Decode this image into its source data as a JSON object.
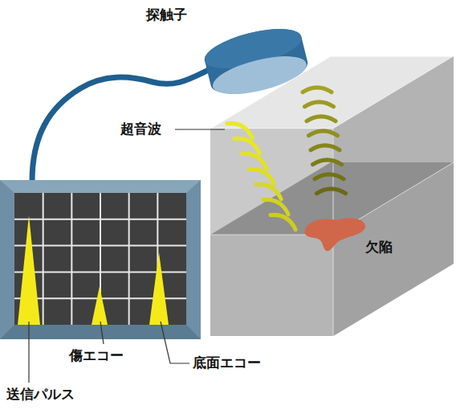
{
  "diagram": {
    "labels": [
      "探触子",
      "超音波",
      "欠陥",
      "傷エコー",
      "底面エコー",
      "送信パルス"
    ]
  }
}
